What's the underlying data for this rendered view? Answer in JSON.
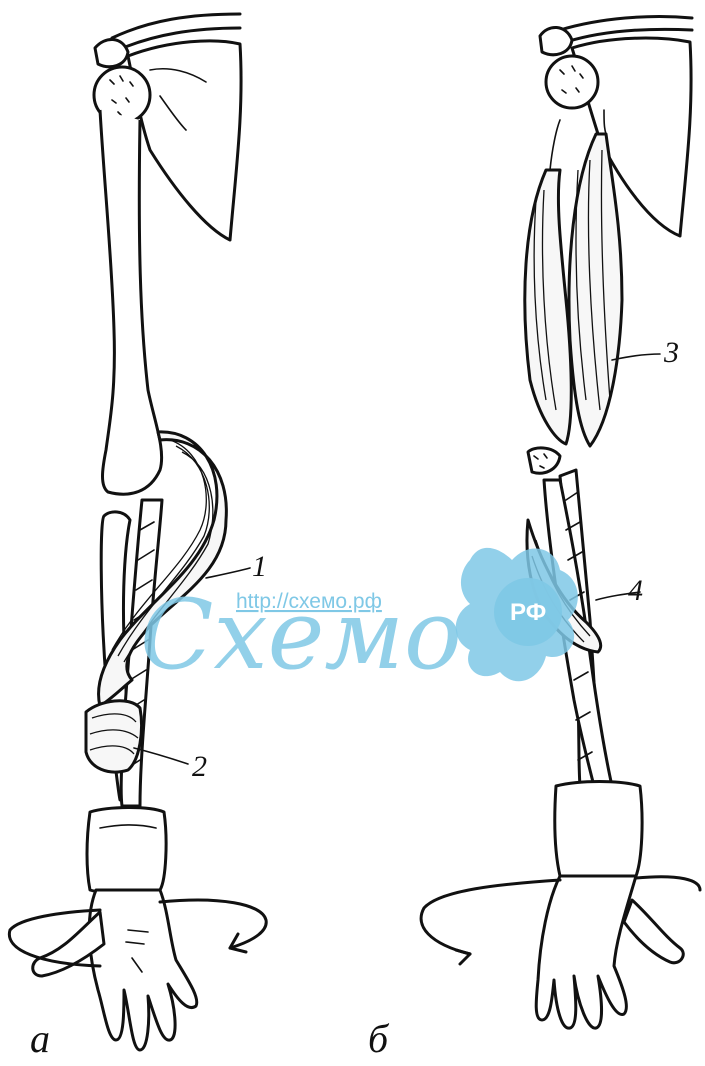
{
  "labels": {
    "n1": "1",
    "n2": "2",
    "n3": "3",
    "n4": "4"
  },
  "panels": {
    "left": "а",
    "right": "б"
  },
  "watermark": {
    "url": "http://схемо.рф",
    "brand": "Схемо",
    "badge": "РФ",
    "color": "#7fc8e6"
  }
}
